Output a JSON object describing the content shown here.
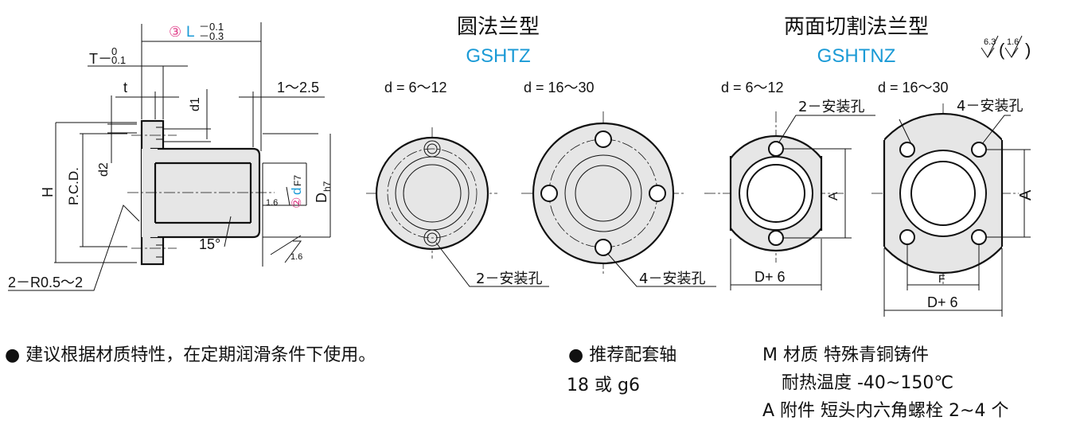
{
  "titles": {
    "round_flange_cn": "圆法兰型",
    "round_flange_code": "GSHTZ",
    "two_cut_flange_cn": "两面切割法兰型",
    "two_cut_flange_code": "GSHTNZ",
    "roughness_main": "6.3",
    "roughness_alt": "1.6"
  },
  "side_view": {
    "L_circle": "③",
    "L_label": "L",
    "L_tol_upper": "－0.1",
    "L_tol_lower": "－0.3",
    "T_label": "T－",
    "T_tol_upper": "0",
    "T_tol_lower": "0.1",
    "t_label": "t",
    "d1_label": "d1",
    "d2_label": "d2",
    "chamfer_label": "1～2.5",
    "H_label": "H",
    "pcd_label": "P.C.D.",
    "d_circle": "②",
    "d_label": "d",
    "d_tol": "F7",
    "D_label": "D",
    "D_tol": "h7",
    "rough_inner": "1.6",
    "rough_outer": "1.6",
    "angle_label": "15°",
    "radius_label": "2－R0.5～2"
  },
  "views": {
    "gshtz_small_range": "d = 6～12",
    "gshtz_large_range": "d = 16～30",
    "gshtz_small_holes": "2－安装孔",
    "gshtz_large_holes": "4－安装孔",
    "gshtnz_small_range": "d = 6～12",
    "gshtnz_large_range": "d = 16～30",
    "gshtnz_small_holes": "2－安装孔",
    "gshtnz_large_holes": "4－安装孔",
    "A_label": "A",
    "A_label2": "A",
    "F_label": "F",
    "D6_small": "D+ 6",
    "D6_large": "D+ 6"
  },
  "notes": {
    "lubrication": "● 建议根据材质特性，在定期润滑条件下使用。",
    "shaft_title": "● 推荐配套轴",
    "shaft_value": "18 或 g6",
    "material": "M 材质  特殊青铜铸件",
    "heat": "耐热温度 -40~150℃",
    "accessory": "A 附件 短头内六角螺栓 2~4 个"
  }
}
